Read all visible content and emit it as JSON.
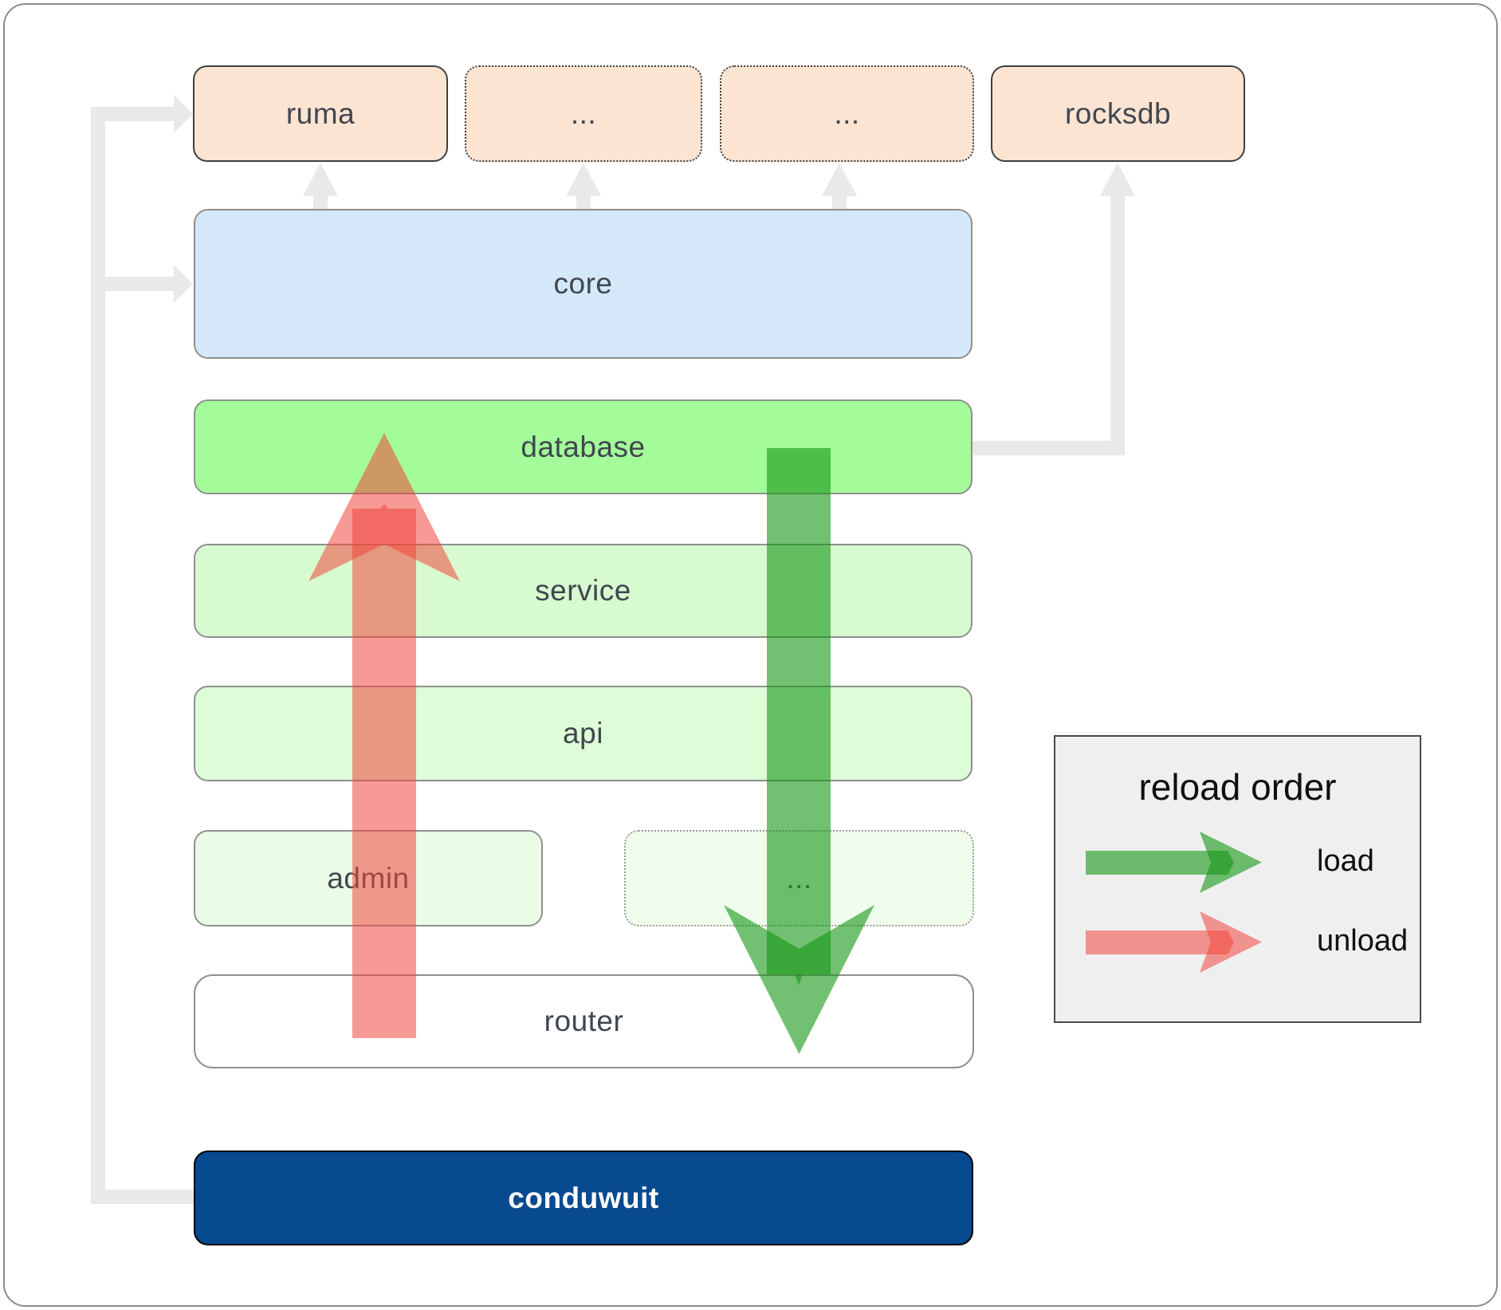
{
  "diagram": {
    "top_row": [
      {
        "id": "ruma",
        "label": "ruma",
        "dotted": false
      },
      {
        "id": "ellipsis-1",
        "label": "...",
        "dotted": true
      },
      {
        "id": "ellipsis-2",
        "label": "...",
        "dotted": true
      },
      {
        "id": "rocksdb",
        "label": "rocksdb",
        "dotted": false
      }
    ],
    "layers": [
      {
        "id": "core",
        "label": "core"
      },
      {
        "id": "database",
        "label": "database"
      },
      {
        "id": "service",
        "label": "service"
      },
      {
        "id": "api",
        "label": "api"
      }
    ],
    "admin_row": [
      {
        "id": "admin",
        "label": "admin",
        "dotted": false
      },
      {
        "id": "admin-ellipsis",
        "label": "...",
        "dotted": true
      }
    ],
    "router": {
      "label": "router"
    },
    "conduwuit": {
      "label": "conduwuit"
    },
    "legend": {
      "title": "reload order",
      "items": [
        {
          "label": "load",
          "color": "green"
        },
        {
          "label": "unload",
          "color": "red"
        }
      ]
    },
    "colors": {
      "peach_box": "#fce4d3",
      "core_blue": "#d5e8fa",
      "database_green": "#a3fb9a",
      "service_green": "#d8fad0",
      "api_green": "#defcd7",
      "admin_green": "#eafce6",
      "conduwuit_navy": "#084a90",
      "legend_background": "#efefef",
      "load_arrow": "rgba(20,150,20,0.6)",
      "unload_arrow": "rgba(240,70,60,0.55)",
      "connector_gray": "#e9e9e9"
    }
  }
}
